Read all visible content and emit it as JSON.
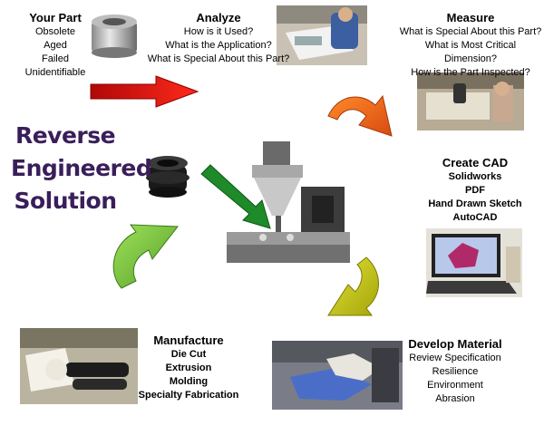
{
  "title": {
    "line1": "Reverse",
    "line2": "Engineered",
    "line3": "Solution"
  },
  "your_part": {
    "heading": "Your Part",
    "items": [
      "Obsolete",
      "Aged",
      "Failed",
      "Unidentifiable"
    ]
  },
  "analyze": {
    "heading": "Analyze",
    "items": [
      "How is it Used?",
      "What is the Application?",
      "What is Special About this Part?"
    ]
  },
  "measure": {
    "heading": "Measure",
    "items": [
      "What is Special About this Part?",
      "What is Most Critical Dimension?",
      "How is the Part Inspected?"
    ]
  },
  "create_cad": {
    "heading": "Create CAD",
    "items": [
      "Solidworks",
      "PDF",
      "Hand Drawn Sketch",
      "AutoCAD"
    ]
  },
  "develop_material": {
    "heading": "Develop Material",
    "items": [
      "Review Specification",
      "Resilience",
      "Environment",
      "Abrasion"
    ]
  },
  "manufacture": {
    "heading": "Manufacture",
    "items": [
      "Die Cut",
      "Extrusion",
      "Molding",
      "Specialty Fabrication"
    ]
  },
  "colors": {
    "title": "#3a1e5a",
    "arrow_red": "#e01818",
    "arrow_orange": "#e8641a",
    "arrow_yellow": "#c8c814",
    "arrow_green": "#7cc83a",
    "arrow_dark_green": "#1e8a2a"
  }
}
